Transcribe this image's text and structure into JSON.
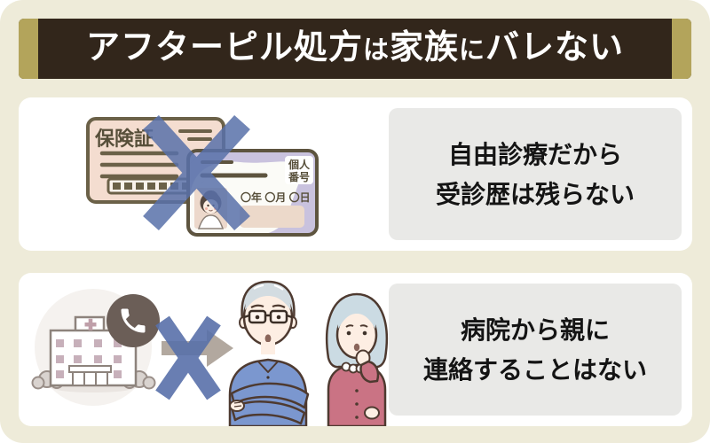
{
  "header": {
    "title_segments": [
      {
        "text": "アフターピル処方",
        "emphasis": true
      },
      {
        "text": "は",
        "emphasis": false
      },
      {
        "text": "家族",
        "emphasis": true
      },
      {
        "text": "に",
        "emphasis": false
      },
      {
        "text": "バレない",
        "emphasis": true
      }
    ]
  },
  "rows": [
    {
      "caption": {
        "line1": "自由診療だから",
        "line2": "受診歴は残らない"
      },
      "illustration": {
        "name": "insurance-and-mynumber-cards-crossed-out",
        "insurance_card_label": "保険証",
        "mynumber_label_line1": "個人",
        "mynumber_label_line2": "番号",
        "mynumber_date_placeholder": "〇年 〇月 〇日"
      }
    },
    {
      "caption": {
        "line1": "病院から親に",
        "line2": "連絡することはない"
      },
      "illustration": {
        "name": "hospital-phone-call-crossed-arrow-to-parents"
      }
    }
  ],
  "icons": {
    "cross": "blue-x-prohibition",
    "phone": "phone-handset-in-circle",
    "arrow": "right-arrow"
  },
  "colors": {
    "page_background": "#eeebd9",
    "panel_background": "#ffffff",
    "banner_background": "#32261b",
    "banner_accent_gold": "#b3a45b",
    "banner_text": "#ffffff",
    "caption_box_background": "#e9e9e7",
    "caption_text": "#141414",
    "prohibition_blue": "#5971aa",
    "insurance_card_pink": "#f4ddd0",
    "card_outline_olive": "#6b6148",
    "mynumber_card_lavender": "#c9c2de",
    "hospital_outline": "#8d837c",
    "phone_circle": "#6b5e57",
    "arrow_taupe": "#b2a89f",
    "man_shirt_blue": "#7b97cf",
    "woman_cardigan_rose": "#ca7384"
  }
}
